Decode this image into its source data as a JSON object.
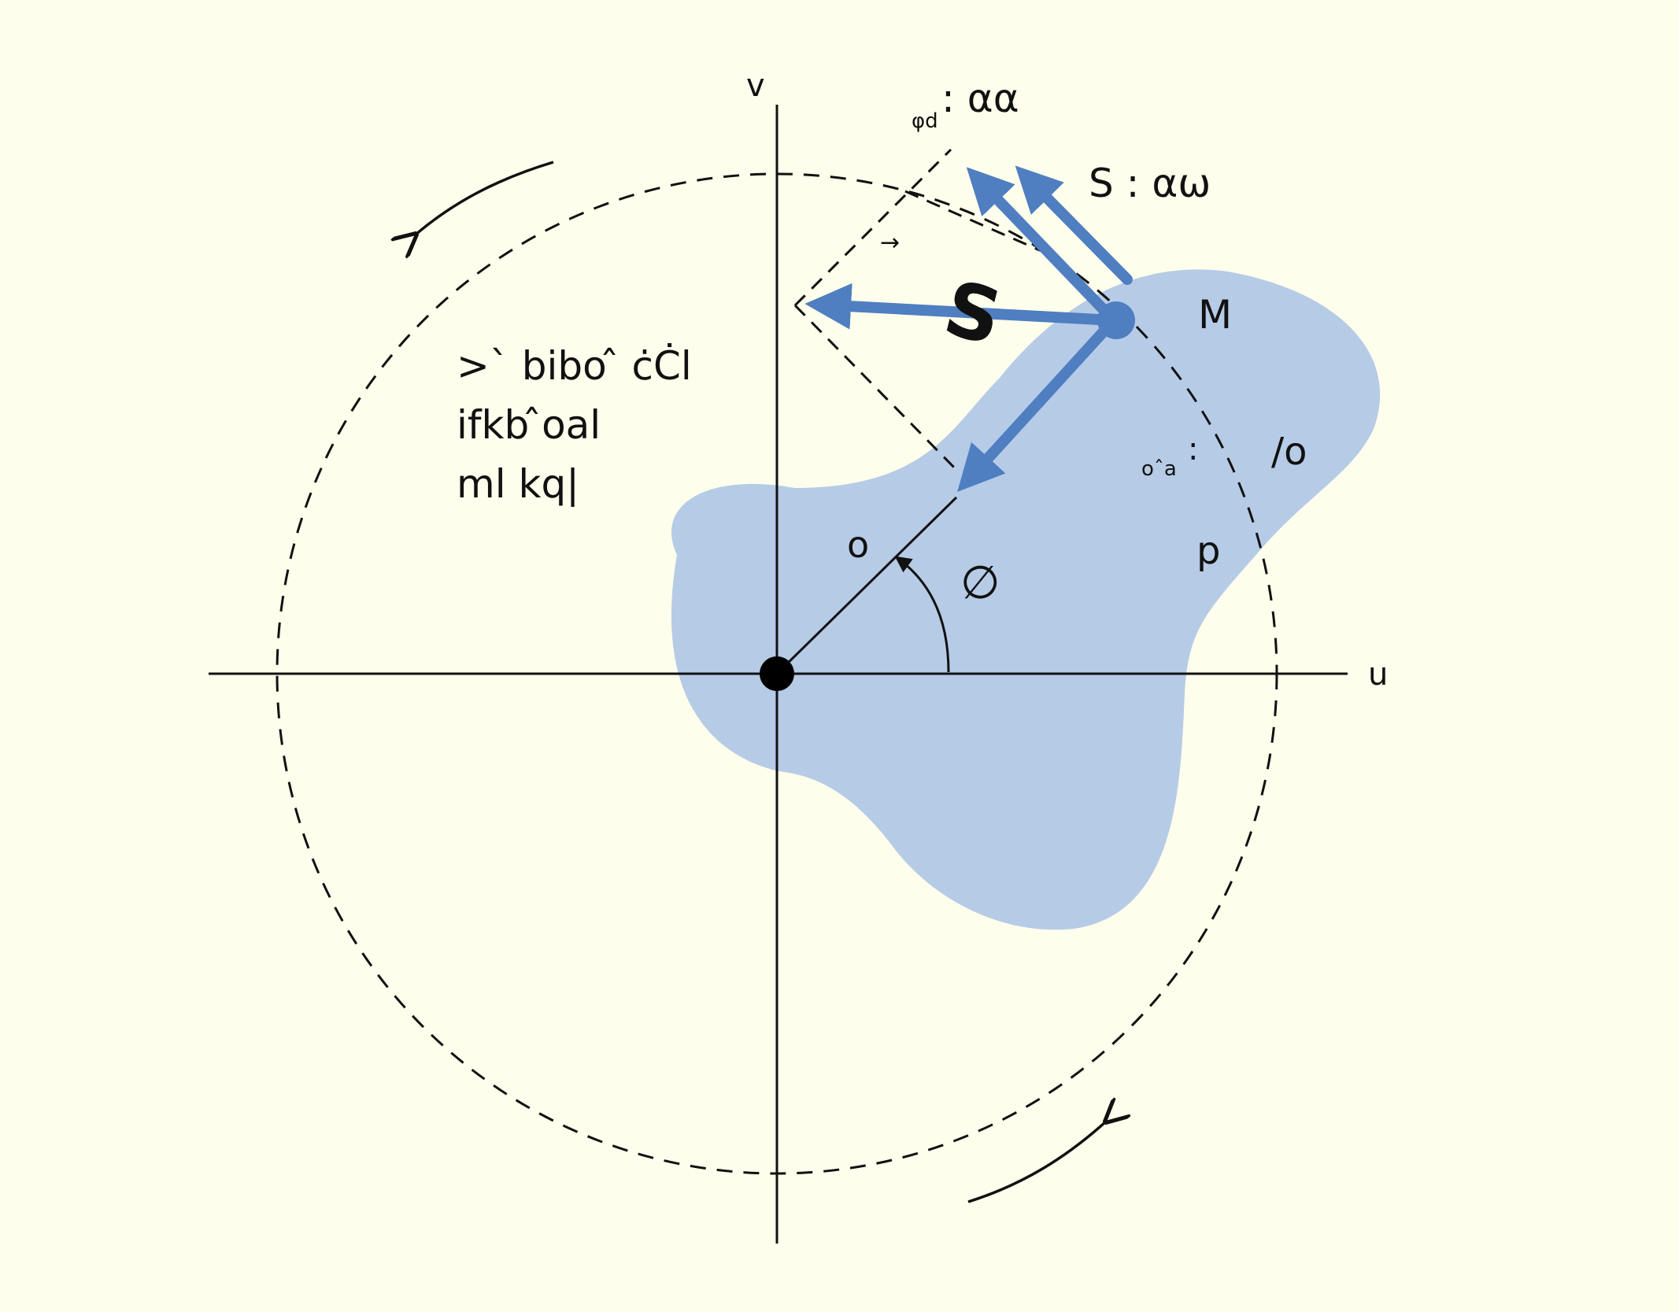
{
  "colors": {
    "background": "#fefeec",
    "body_fill": "#b6cbe6",
    "vector": "#4f7ec1",
    "ink": "#111111"
  },
  "labels": {
    "axis_x": "u",
    "axis_y": "v",
    "radius": "o",
    "angle": "∅",
    "point": "M",
    "region": "p",
    "tangential_subscript": "φd",
    "tangential_value": ":  αα",
    "velocity_value": "S :  αω",
    "centripetal_subscript": "oˆa",
    "centripetal_colon": ":",
    "centripetal_value": "/o",
    "resultant_label": "S",
    "small_arrow": "→",
    "note_line1": ">` bibo ̂ ċĊl",
    "note_line2": "ifkb ̂oal",
    "note_line3": "ml kq|"
  }
}
